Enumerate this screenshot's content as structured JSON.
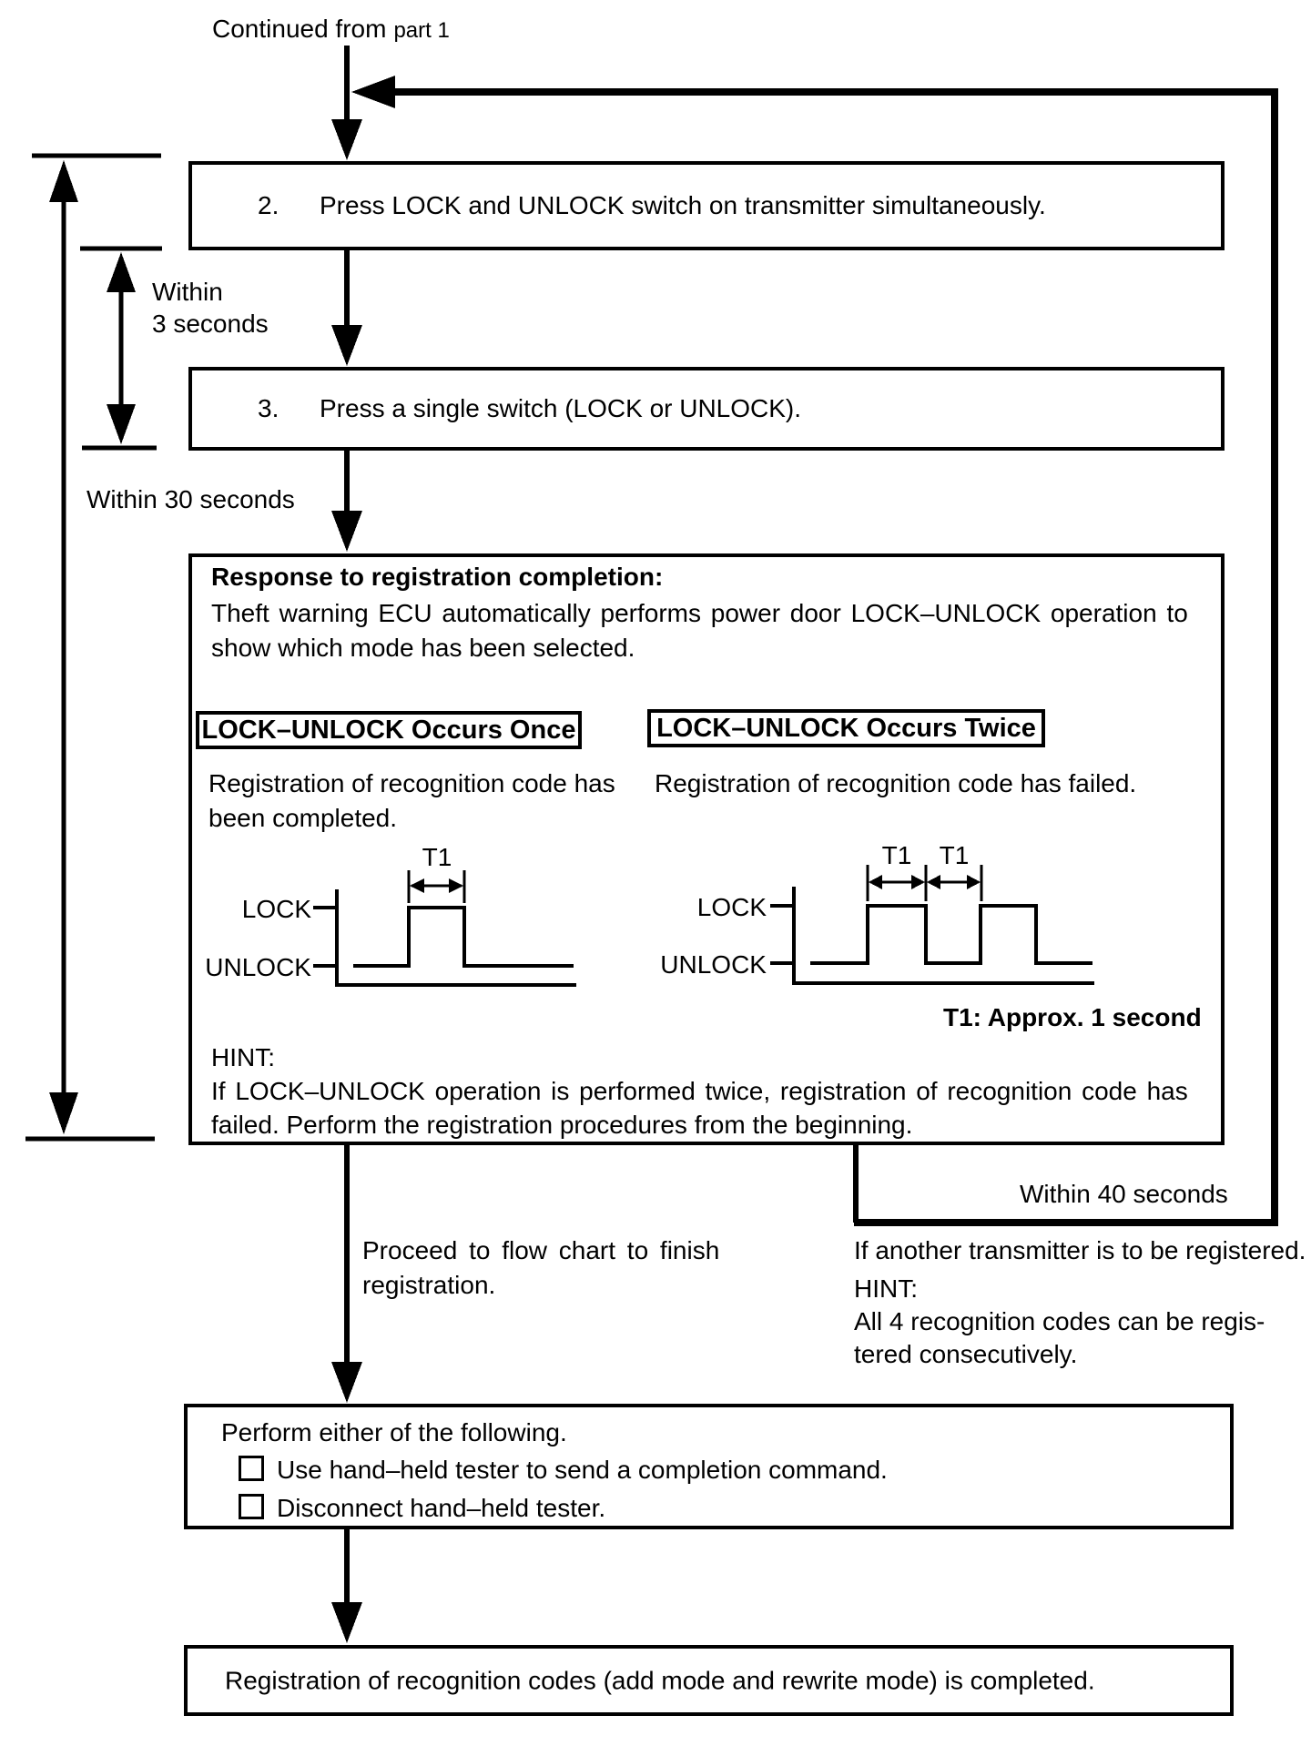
{
  "header": {
    "continued_label": "Continued from",
    "continued_ref": "part 1"
  },
  "steps": {
    "step2": {
      "num": "2.",
      "text": "Press LOCK and UNLOCK switch on transmitter simultaneously."
    },
    "step3": {
      "num": "3.",
      "text": "Press a single switch (LOCK or UNLOCK)."
    }
  },
  "timing": {
    "within3_line1": "Within",
    "within3_line2": "3 seconds",
    "within30": "Within 30 seconds",
    "within40": "Within 40 seconds"
  },
  "response": {
    "title": "Response to registration completion:",
    "body_line1": "Theft warning ECU automatically performs power door LOCK–UNLOCK operation to",
    "body_line2": "show which mode has been selected.",
    "once": {
      "title": "LOCK–UNLOCK Occurs Once",
      "desc_line1": "Registration of recognition code has",
      "desc_line2": "been completed."
    },
    "twice": {
      "title": "LOCK–UNLOCK Occurs Twice",
      "desc": "Registration of recognition code has failed."
    },
    "wave_once": {
      "lock": "LOCK",
      "unlock": "UNLOCK",
      "t1": "T1"
    },
    "wave_twice": {
      "lock": "LOCK",
      "unlock": "UNLOCK",
      "t1a": "T1",
      "t1b": "T1"
    },
    "t1_note": "T1: Approx. 1 second",
    "hint_label": "HINT:",
    "hint_line1": "If LOCK–UNLOCK operation is performed twice, registration of recognition code has",
    "hint_line2": "failed. Perform the registration procedures from the beginning."
  },
  "branches": {
    "proceed_line1": "Proceed to flow chart to finish",
    "proceed_line2": "registration.",
    "another_line1": "If another transmitter is to be registered.",
    "another_hint": "HINT:",
    "another_line2": "All 4 recognition codes can be regis-",
    "another_line3": "tered consecutively."
  },
  "perform": {
    "title": "Perform either of the following.",
    "checkbox_icon": "empty-square",
    "item1": "Use hand–held tester to send a completion command.",
    "item2": "Disconnect hand–held tester."
  },
  "final": {
    "text": "Registration of recognition codes (add mode and rewrite mode) is completed."
  },
  "colors": {
    "ink": "#000000",
    "paper": "#ffffff"
  }
}
